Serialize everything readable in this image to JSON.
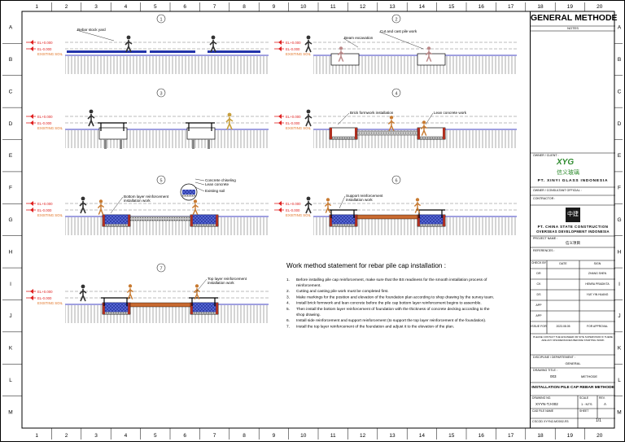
{
  "sheet": {
    "columns": [
      "1",
      "2",
      "3",
      "4",
      "5",
      "6",
      "7",
      "8",
      "9",
      "10",
      "11",
      "12",
      "13",
      "14",
      "15",
      "16",
      "17",
      "18",
      "19",
      "20"
    ],
    "rows": [
      "A",
      "B",
      "C",
      "D",
      "E",
      "F",
      "G",
      "H",
      "I",
      "J",
      "K",
      "L",
      "M"
    ]
  },
  "levels": {
    "el_top": "EL+0.000",
    "el_bottom": "EL-0.000",
    "existing_soil": "EXISTING SOIL"
  },
  "steps": [
    {
      "num": "1",
      "labels": [
        "Rebar stock yard"
      ]
    },
    {
      "num": "2",
      "labels": [
        "Beam excavation",
        "Cut and cast pile work"
      ]
    },
    {
      "num": "3",
      "labels": []
    },
    {
      "num": "4",
      "labels": [
        "Brick formwork installation",
        "Lean concrete work"
      ]
    },
    {
      "num": "5",
      "labels": [
        "Bottom layer reinforcement",
        "installation work",
        "Concrete chiseling",
        "Lean concrete",
        "Existing soil"
      ]
    },
    {
      "num": "6",
      "labels": [
        "Support reinforcement",
        "installation work"
      ]
    },
    {
      "num": "7",
      "labels": [
        "Top layer reinforcement",
        "installation work"
      ]
    }
  ],
  "statement": {
    "title": "Work method statement for rebar pile cap installation :",
    "items": [
      {
        "n": "1.",
        "lines": [
          "Before installing pile cap reinforcement, make sure that the BS readiness for the smooth installation process of",
          "reinforcement."
        ]
      },
      {
        "n": "2.",
        "lines": [
          "Cutting and casting pile work must be completed first."
        ]
      },
      {
        "n": "3.",
        "lines": [
          "Make markings for the position and elevation of the foundation plan according to shop drawing by the survey team."
        ]
      },
      {
        "n": "4.",
        "lines": [
          "Install brick formwork and lean concrete before the pile cap bottom layer reinforcement begins to assemble."
        ]
      },
      {
        "n": "5.",
        "lines": [
          "Then install the bottom layer reinforcement of foundation with the thickness of concrete decking according to the",
          "shop drawing."
        ]
      },
      {
        "n": "6.",
        "lines": [
          "Install side reinforcement and support reinforcement (to support the top layer reinforcement of the foundation)."
        ]
      },
      {
        "n": "7.",
        "lines": [
          "Install the top layer reinforcement of the foundation and adjust it to the elevation of the plan."
        ]
      }
    ]
  },
  "title_block": {
    "heading": "GENERAL METHODE",
    "notes_label": "NOTES",
    "owner_label": "OWNER / CLIENT :",
    "owner_logo": "XYG",
    "owner_chinese": "信义玻璃",
    "owner_name": "PT. XINYI GLASS INDONESIA",
    "consultant_label": "OWNER / CONSULTANT OFFICIAL :",
    "contractor_label": "CONTRACTOR :",
    "contractor_chinese": "中建",
    "contractor_name_1": "PT. CHINA STATE CONSTRUCTION",
    "contractor_name_2": "OVERSEAS DEVELOPMENT INDONESIA",
    "project_label": "PROJECT NAME :",
    "project_value": "信义项目",
    "reference_label": "REFERENCES :",
    "rev_headers": [
      "CHECK BY",
      "DATE",
      "SIGN"
    ],
    "rev_rows": [
      {
        "code": "DR",
        "name": "ZHANG SHEN"
      },
      {
        "code": "CK",
        "name": "HENRA PRADIKTA"
      },
      {
        "code": "DS",
        "name": "YUE YIN HUANG"
      },
      {
        "code": "APP",
        "name": ""
      },
      {
        "code": "APP",
        "name": ""
      },
      {
        "code": "ISSUE FOR",
        "date": "2023.08.05",
        "name": "FOR APPROVAL"
      }
    ],
    "disclaimer": "PLEASE CONTACT THE ENGINEER OR SITE SUPERVISOR IF THERE ARE ANY DISCREPANCIES BEFORE STARTING WORK",
    "discipline_label": "DISCIPLINE / DEPARTEMENT :",
    "discipline_value": "GENERAL",
    "drawing_label": "DRAWING TITLE :",
    "drawing_code": "003",
    "drawing_type": "METHODE",
    "drawing_title": "INSTALLATION PILE CAP REBAR METHODE",
    "drawing_no_label": "DRAWING NO.",
    "drawing_no": "XYYN-TJ-002",
    "scale_label": "SCALE",
    "scale_value": "1 : NTS",
    "rev_label": "REV.",
    "rev_value": "A",
    "file_label": "CAD FILE NAME",
    "file_value": "CSCOD XYYN2-MO002-R3",
    "sheet_label": "SHEET",
    "sheet_value": "1/1"
  },
  "colors": {
    "accent_red": "#e02020",
    "soil_label": "#e07020",
    "rebar_blue": "#2233aa",
    "ground_line": "#4040c0"
  }
}
